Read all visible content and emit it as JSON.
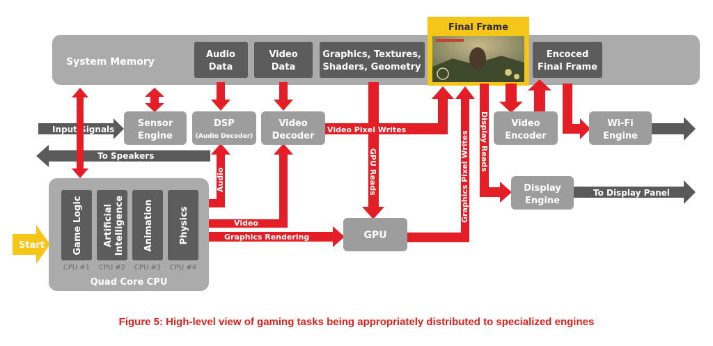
{
  "caption": "Figure 5: High-level view of gaming tasks being appropriately distributed to specialized engines",
  "blocks": {
    "system_memory": "System Memory",
    "audio_data": [
      "Audio",
      "Data"
    ],
    "video_data": [
      "Video",
      "Data"
    ],
    "graphics_data": [
      "Graphics, Textures,",
      "Shaders, Geometry"
    ],
    "final_frame": "Final Frame",
    "encoded_frame": [
      "Encoced",
      "Final Frame"
    ],
    "sensor_engine": [
      "Sensor",
      "Engine"
    ],
    "dsp": [
      "DSP",
      "(Audio Decoder)"
    ],
    "video_decoder": [
      "Video",
      "Decoder"
    ],
    "video_encoder": [
      "Video",
      "Encoder"
    ],
    "wifi_engine": [
      "Wi-Fi",
      "Engine"
    ],
    "display_engine": [
      "Display",
      "Engine"
    ],
    "gpu": "GPU",
    "quad_core_cpu": "Quad Core CPU",
    "start": "Start"
  },
  "cores": [
    {
      "task": "Game Logic",
      "id": "CPU #1"
    },
    {
      "task": [
        "Artificial",
        "Intelligence"
      ],
      "id": "CPU #2"
    },
    {
      "task": "Animation",
      "id": "CPU #3"
    },
    {
      "task": "Physics",
      "id": "CPU #4"
    }
  ],
  "flows": {
    "input_signals": "Input Signals",
    "to_speakers": "To Speakers",
    "video_pixel_writes": "Video Pixel Writes",
    "gpu_reads": "GPU Reads",
    "graphics_pixel_writes": "Graphics Pixel Writes",
    "display_reads": "Display Reads",
    "audio": "Audio",
    "video": "Video",
    "graphics_rendering": "Graphics Rendering",
    "to_display_panel": "To Display Panel"
  },
  "colors": {
    "memory_bar": "#ababab",
    "box": "#9d9d9d",
    "dark_box": "#5c5c5c",
    "red": "#e41e26",
    "yellow": "#f5c518",
    "gray_arrow": "#5a5a5a",
    "caption": "#e0201d"
  }
}
